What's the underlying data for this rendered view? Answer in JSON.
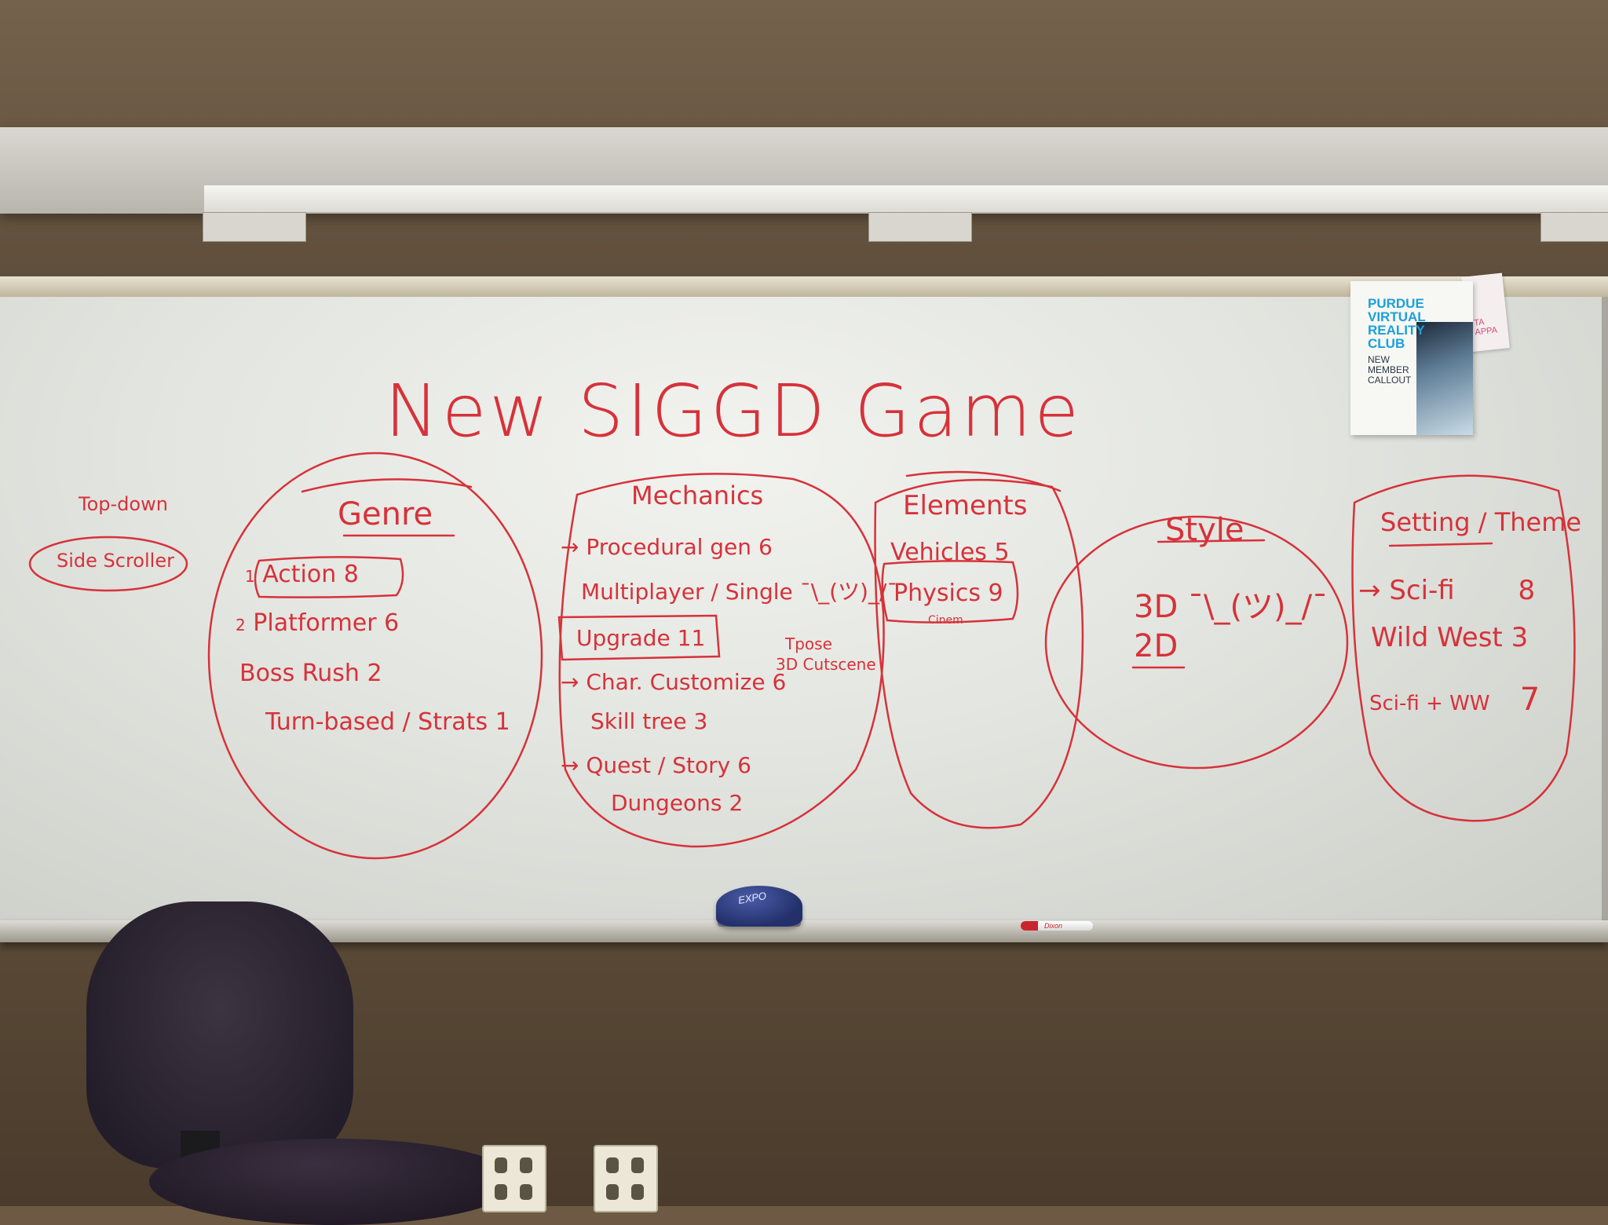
{
  "board_title": "New SIGGD Game",
  "side_note": {
    "top_label": "Top-down",
    "circled_label": "Side Scroller"
  },
  "genre": {
    "heading": "Genre",
    "items": [
      {
        "marker": "1",
        "label": "Action",
        "votes": "8"
      },
      {
        "marker": "2",
        "label": "Platformer",
        "votes": "6"
      },
      {
        "marker": "",
        "label": "Boss Rush",
        "votes": "2"
      },
      {
        "marker": "",
        "label": "Turn-based / Strats",
        "votes": "1"
      }
    ]
  },
  "mechanics": {
    "heading": "Mechanics",
    "items": [
      {
        "marker": "→",
        "label": "Procedural gen",
        "votes": "6"
      },
      {
        "marker": "",
        "label": "Multiplayer / Single",
        "votes": "¯\\_(ツ)_/¯"
      },
      {
        "marker": "",
        "label": "Upgrade",
        "votes": "11"
      },
      {
        "marker": "→",
        "label": "Char. Customize",
        "votes": "6"
      },
      {
        "marker": "",
        "label": "Skill tree",
        "votes": "3"
      },
      {
        "marker": "→",
        "label": "Quest / Story",
        "votes": "6"
      },
      {
        "marker": "",
        "label": "Dungeons",
        "votes": "2"
      }
    ],
    "side_note_line1": "Tpose",
    "side_note_line2": "3D Cutscene"
  },
  "elements": {
    "heading": "Elements",
    "items": [
      {
        "label": "Vehicles",
        "votes": "5"
      },
      {
        "label": "Physics",
        "votes": "9"
      }
    ],
    "sub_note": "Cinem"
  },
  "style": {
    "heading": "Style",
    "items": [
      {
        "label": "3D",
        "votes": "¯\\_(ツ)_/¯"
      },
      {
        "label": "2D",
        "votes": ""
      }
    ]
  },
  "setting": {
    "heading": "Setting / Theme",
    "items": [
      {
        "marker": "→",
        "label": "Sci-fi",
        "votes": "8"
      },
      {
        "marker": "",
        "label": "Wild West",
        "votes": "3"
      },
      {
        "marker": "",
        "label": "Sci-fi + WW",
        "votes": "7"
      }
    ]
  },
  "poster": {
    "title": "PURDUE VIRTUAL REALITY CLUB",
    "subtitle": "NEW MEMBER CALLOUT",
    "tag_text": "TA APPA"
  },
  "eraser_brand": "EXPO",
  "marker_brand": "Dixon",
  "colors": {
    "ink": "#d6323a",
    "board": "#e6e8e3",
    "wall": "#6e5a44",
    "poster_accent": "#1aa1d8"
  }
}
